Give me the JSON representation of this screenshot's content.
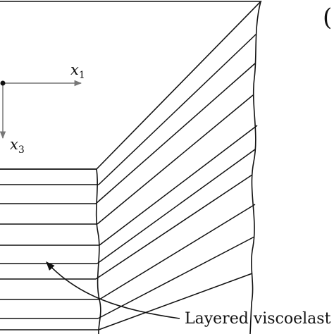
{
  "diagram": {
    "panel_label": "(",
    "axes": {
      "x1": {
        "symbol": "x",
        "subscript": "1"
      },
      "x3": {
        "symbol": "x",
        "subscript": "3"
      }
    },
    "annotation": "Layered viscoelast",
    "colors": {
      "line": "#111111",
      "axis": "#777777",
      "background": "#ffffff"
    }
  }
}
